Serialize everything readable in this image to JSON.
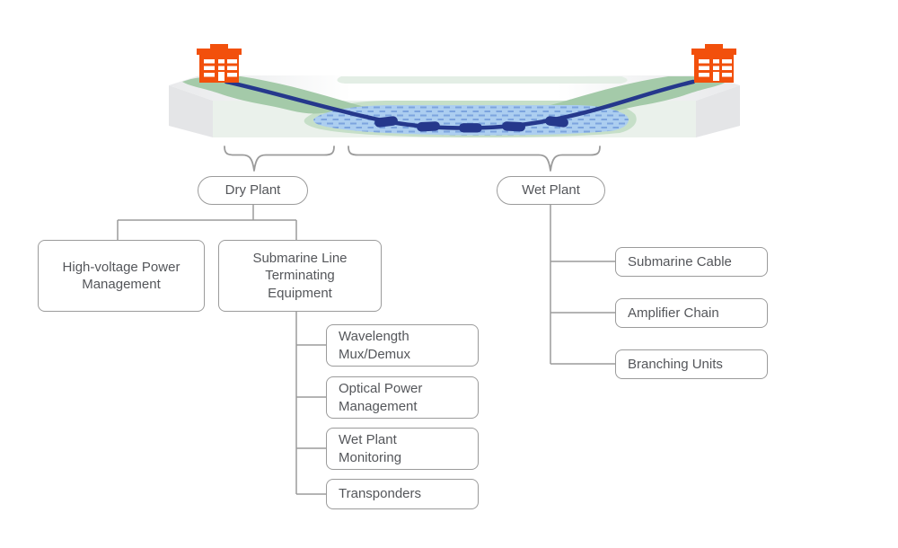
{
  "diagram_title": "",
  "illustration": {
    "left_station_icon": "building-icon",
    "right_station_icon": "building-icon",
    "amplifier_count": 5,
    "colors": {
      "building_orange": "#F2500C",
      "cable_navy": "#25388C",
      "water_blue": "#ACCEF0",
      "water_dash_blue": "#7CA4DE",
      "slope_green": "#A4CAA9",
      "shore_light_green": "#C6DFC8",
      "land_front_face": "#EAF1EB",
      "block_gray": "#E4E5E7",
      "line_gray": "#9B9B9B",
      "text_gray": "#54565A"
    }
  },
  "tree": {
    "dry_plant": {
      "label": "Dry Plant",
      "children": [
        {
          "label": "High-voltage Power\nManagement"
        },
        {
          "label": "Submarine Line\nTerminating\nEquipment",
          "children": [
            {
              "label": "Wavelength\nMux/Demux"
            },
            {
              "label": "Optical Power\nManagement"
            },
            {
              "label": "Wet Plant\nMonitoring"
            },
            {
              "label": "Transponders"
            }
          ]
        }
      ]
    },
    "wet_plant": {
      "label": "Wet Plant",
      "children": [
        {
          "label": "Submarine Cable"
        },
        {
          "label": "Amplifier Chain"
        },
        {
          "label": "Branching Units"
        }
      ]
    }
  }
}
